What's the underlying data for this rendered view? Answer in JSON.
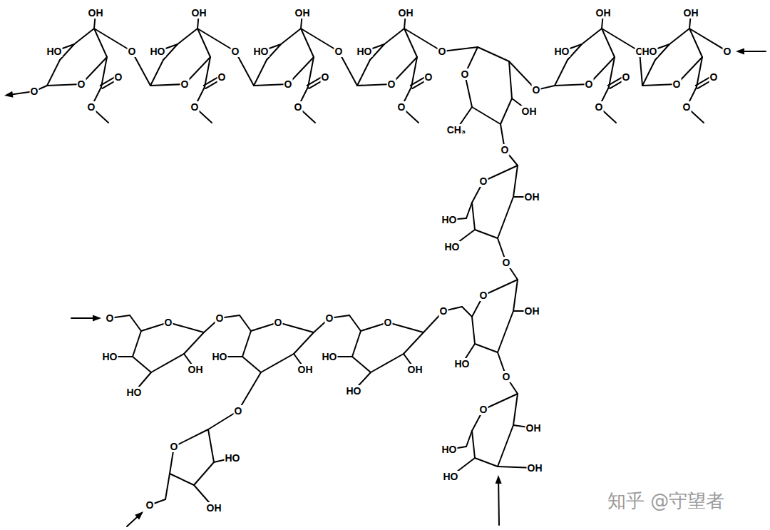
{
  "diagram": {
    "labels": [
      "O",
      "OH",
      "HO",
      "O",
      "O",
      "O",
      "O",
      "OH",
      "HO",
      "O",
      "O",
      "O",
      "O",
      "OH",
      "HO",
      "O",
      "O",
      "O",
      "O",
      "OH",
      "HO",
      "O",
      "O",
      "O",
      "O",
      "O",
      "CH₃",
      "OH",
      "O",
      "O",
      "OH",
      "HO",
      "O",
      "O",
      "O",
      "O",
      "OH",
      "HO",
      "O",
      "O",
      "O",
      "O",
      "O",
      "OH",
      "HO",
      "HO",
      "O",
      "O",
      "OH",
      "O",
      "HO",
      "O",
      "O",
      "OH",
      "HO",
      "HO",
      "O",
      "O",
      "OH",
      "HO",
      "O",
      "O",
      "O",
      "OH",
      "HO",
      "HO",
      "O",
      "O",
      "HO",
      "OH",
      "O",
      "O",
      "OH",
      "HO",
      "HO",
      "OH",
      "知乎 @守望者"
    ]
  }
}
